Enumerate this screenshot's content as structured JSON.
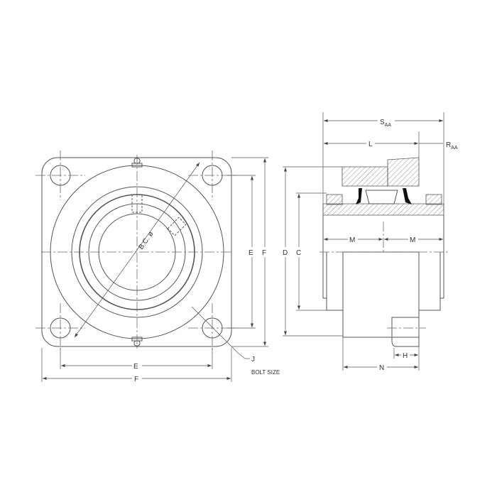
{
  "front_view": {
    "labels": {
      "bc": "B.C. ø",
      "e_horizontal": "E",
      "f_horizontal": "F",
      "e_vertical": "E",
      "f_vertical": "F",
      "j": "J",
      "bolt_size": "BOLT SIZE"
    }
  },
  "side_view": {
    "labels": {
      "saa_main": "S",
      "saa_sub": "AA",
      "l": "L",
      "raa_main": "R",
      "raa_sub": "AA",
      "d": "D",
      "c": "C",
      "m_left": "M",
      "m_right": "M",
      "n": "N",
      "h": "H"
    }
  }
}
